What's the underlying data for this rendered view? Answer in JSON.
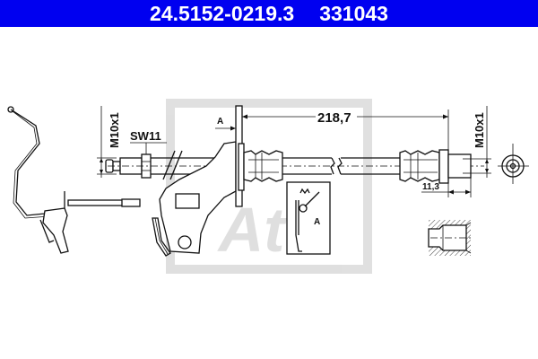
{
  "header": {
    "part_number": "24.5152-0219.3",
    "reference_number": "331043",
    "background_color": "#0000f0"
  },
  "drawing": {
    "dimension_length": "218,7",
    "dimension_fitting": "11,3",
    "thread_left": "M10x1",
    "thread_right": "M10x1",
    "wrench_size": "SW11",
    "view_marker": "A",
    "detail_label": "A",
    "watermark_logo": "Ate"
  }
}
